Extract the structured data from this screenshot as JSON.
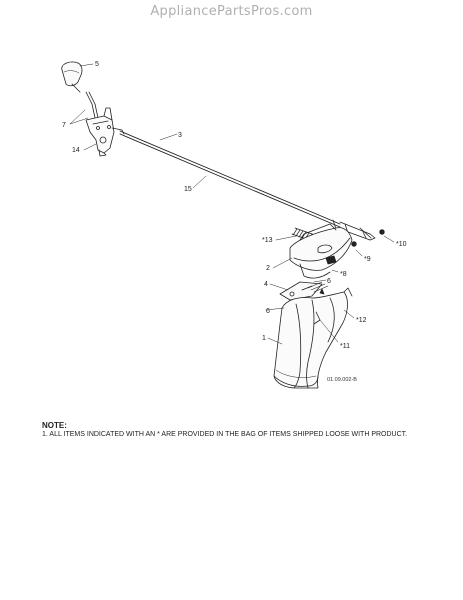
{
  "watermark": "AppliancePartsPros.com",
  "callouts": {
    "c5": "5",
    "c7": "7",
    "c14": "14",
    "c3": "3",
    "c15": "15",
    "c13": "*13",
    "c2": "2",
    "c8a": "*8",
    "c9": "*9",
    "c10": "*10",
    "c4": "4",
    "c6a": "6",
    "c6b": "6",
    "c12": "*12",
    "c1": "1",
    "c11": "*11"
  },
  "drawing_code": "01.09.002-B",
  "note": {
    "title": "NOTE:",
    "text": "1. ALL ITEMS INDICATED WITH AN * ARE PROVIDED IN THE BAG OF ITEMS SHIPPED LOOSE WITH PRODUCT."
  }
}
